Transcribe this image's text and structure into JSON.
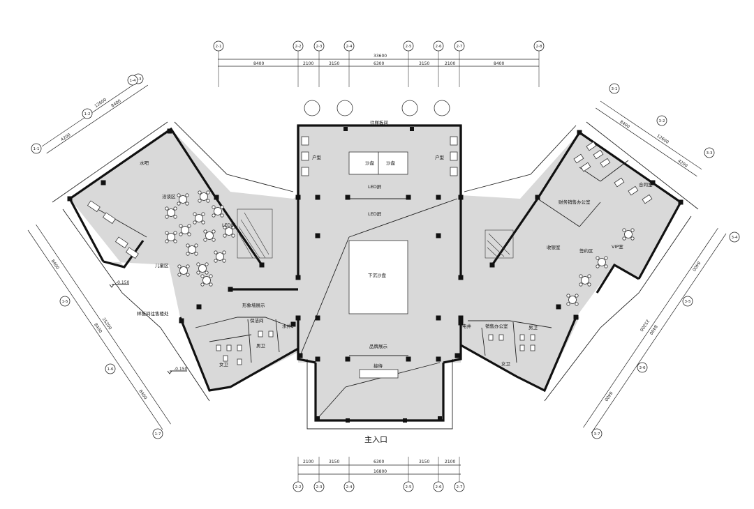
{
  "rooms": {
    "sand_model": "沙盘",
    "sunken_model": "下沉沙盘",
    "show_house_passage": "往样板间",
    "product_left": "户型",
    "product_right": "户型",
    "led_screen_top": "LED屏",
    "led_screen_bottom": "LED屏",
    "led_screen_left": "LED屏",
    "water_bar": "水吧",
    "negotiation": "洽谈区",
    "kids_area": "儿童区",
    "to_show_house_area": "样板间往售楼处",
    "culture_wall": "形象墙展示",
    "cleaning": "保洁间",
    "water_well": "水井",
    "male_wc_left": "男卫",
    "female_wc_left": "女卫",
    "brand_display": "品牌展示",
    "reception": "接待",
    "main_entrance": "主入口",
    "contract_room": "合同室",
    "finance_office": "财务销售办公室",
    "cashier": "收银室",
    "signing": "签约区",
    "vip_room": "VIP室",
    "electric_well": "电井",
    "sales_office": "销售办公室",
    "male_wc_right": "男卫",
    "female_wc_right": "女卫"
  },
  "levels": {
    "level_a": "-0.150",
    "level_b": "-0.150"
  },
  "top_dims": {
    "overall": "33600",
    "segments": [
      "8400",
      "2100",
      "3150",
      "6300",
      "3150",
      "2100",
      "8400"
    ]
  },
  "bottom_dims": {
    "overall": "16800",
    "segments": [
      "2100",
      "3150",
      "6300",
      "3150",
      "2100"
    ]
  },
  "left_top_dims": {
    "overall": "12600",
    "segments": [
      "4200",
      "8400"
    ]
  },
  "right_top_dims": {
    "overall": "12600",
    "segments": [
      "8400",
      "4200"
    ]
  },
  "left_side_dims": {
    "overall": "25200",
    "segments": [
      "8400",
      "8400",
      "8400"
    ]
  },
  "right_side_dims": {
    "overall": "25200",
    "segments": [
      "8400",
      "8400",
      "8400"
    ]
  },
  "grid_top": [
    "2-1",
    "2-2",
    "2-3",
    "2-4",
    "2-5",
    "2-6",
    "2-7",
    "2-8"
  ],
  "grid_bottom": [
    "2-2",
    "2-3",
    "2-4",
    "2-5",
    "2-6",
    "2-7"
  ],
  "grid_left_top": [
    "1-1",
    "1-2",
    "1-3"
  ],
  "grid_left_side": [
    "1-4",
    "1-5",
    "1-6",
    "1-7"
  ],
  "grid_right_top": [
    "3-1",
    "3-2",
    "3-3"
  ],
  "grid_right_side": [
    "3-4",
    "3-5",
    "3-6",
    "3-7"
  ]
}
